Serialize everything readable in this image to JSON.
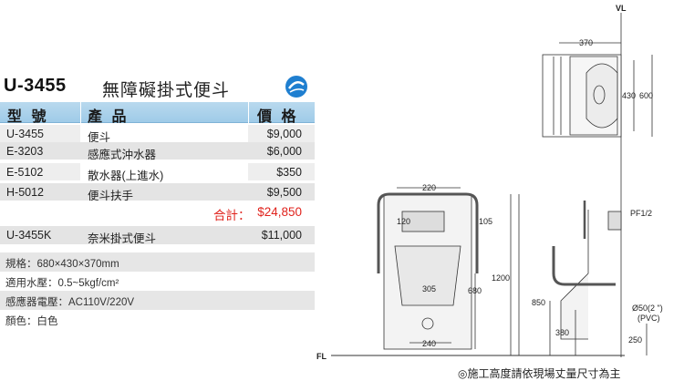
{
  "header": {
    "model": "U-3455",
    "product_name": "無障礙掛式便斗",
    "logo_icon": "e-brand-logo-icon",
    "logo_color": "#1f7fd0"
  },
  "table": {
    "columns": [
      "型 號",
      "產 品",
      "價 格"
    ],
    "rows": [
      {
        "model": "U-3455",
        "product": "便斗",
        "price": "$9,000"
      },
      {
        "model": "E-3203",
        "product": "感應式沖水器",
        "price": "$6,000"
      },
      {
        "model": "E-5102",
        "product": "散水器(上進水)",
        "price": "$350"
      },
      {
        "model": "H-5012",
        "product": "便斗扶手",
        "price": "$9,500"
      }
    ],
    "total_label": "合計：",
    "total_value": "$24,850",
    "alt_row": {
      "model": "U-3455K",
      "product": "奈米掛式便斗",
      "price": "$11,000"
    }
  },
  "specs": [
    "規格：680×430×370mm",
    "適用水壓：0.5~5kgf/cm²",
    "感應器電壓：AC110V/220V",
    "顏色：白色"
  ],
  "drawing": {
    "vl_label": "VL",
    "fl_label": "FL",
    "dim_370": "370",
    "dim_430": "430",
    "dim_600": "600",
    "dim_220": "220",
    "dim_120": "120",
    "dim_105": "105",
    "dim_305": "305",
    "dim_680": "680",
    "dim_240": "240",
    "dim_1200": "1200",
    "dim_850": "850",
    "dim_380": "380",
    "dim_250": "250",
    "pf_label": "PF1/2",
    "pipe_label": "Ø50(2 \")",
    "pipe_material": "(PVC)"
  },
  "note": "◎施工高度請依現場丈量尺寸為主"
}
